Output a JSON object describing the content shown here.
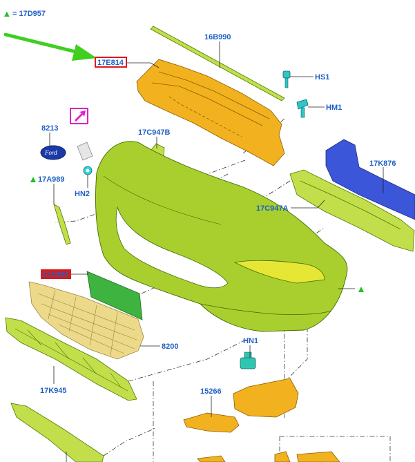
{
  "legend": {
    "symbol": "▲",
    "text": "= 17D957",
    "symbol_color": "#1fc21f"
  },
  "labels": {
    "p16B990": "16B990",
    "p17E814": "17E814",
    "pHS1": "HS1",
    "pHM1": "HM1",
    "p8213": "8213",
    "p17C947B": "17C947B",
    "p17K876": "17K876",
    "p17A989": "17A989",
    "pHN2": "HN2",
    "p17C947A": "17C947A",
    "p17A385": "17A385",
    "p8200": "8200",
    "pHN1": "HN1",
    "p17K945": "17K945",
    "p15266": "15266"
  },
  "colors": {
    "label_text": "#1f5fc4",
    "highlight_box": "#e01818",
    "highlight_fill": "#d81b1b",
    "pointer_arrow": "#3ecf1f",
    "marker_triangle": "#1fc21f",
    "link_icon_box": "#e020c8"
  }
}
